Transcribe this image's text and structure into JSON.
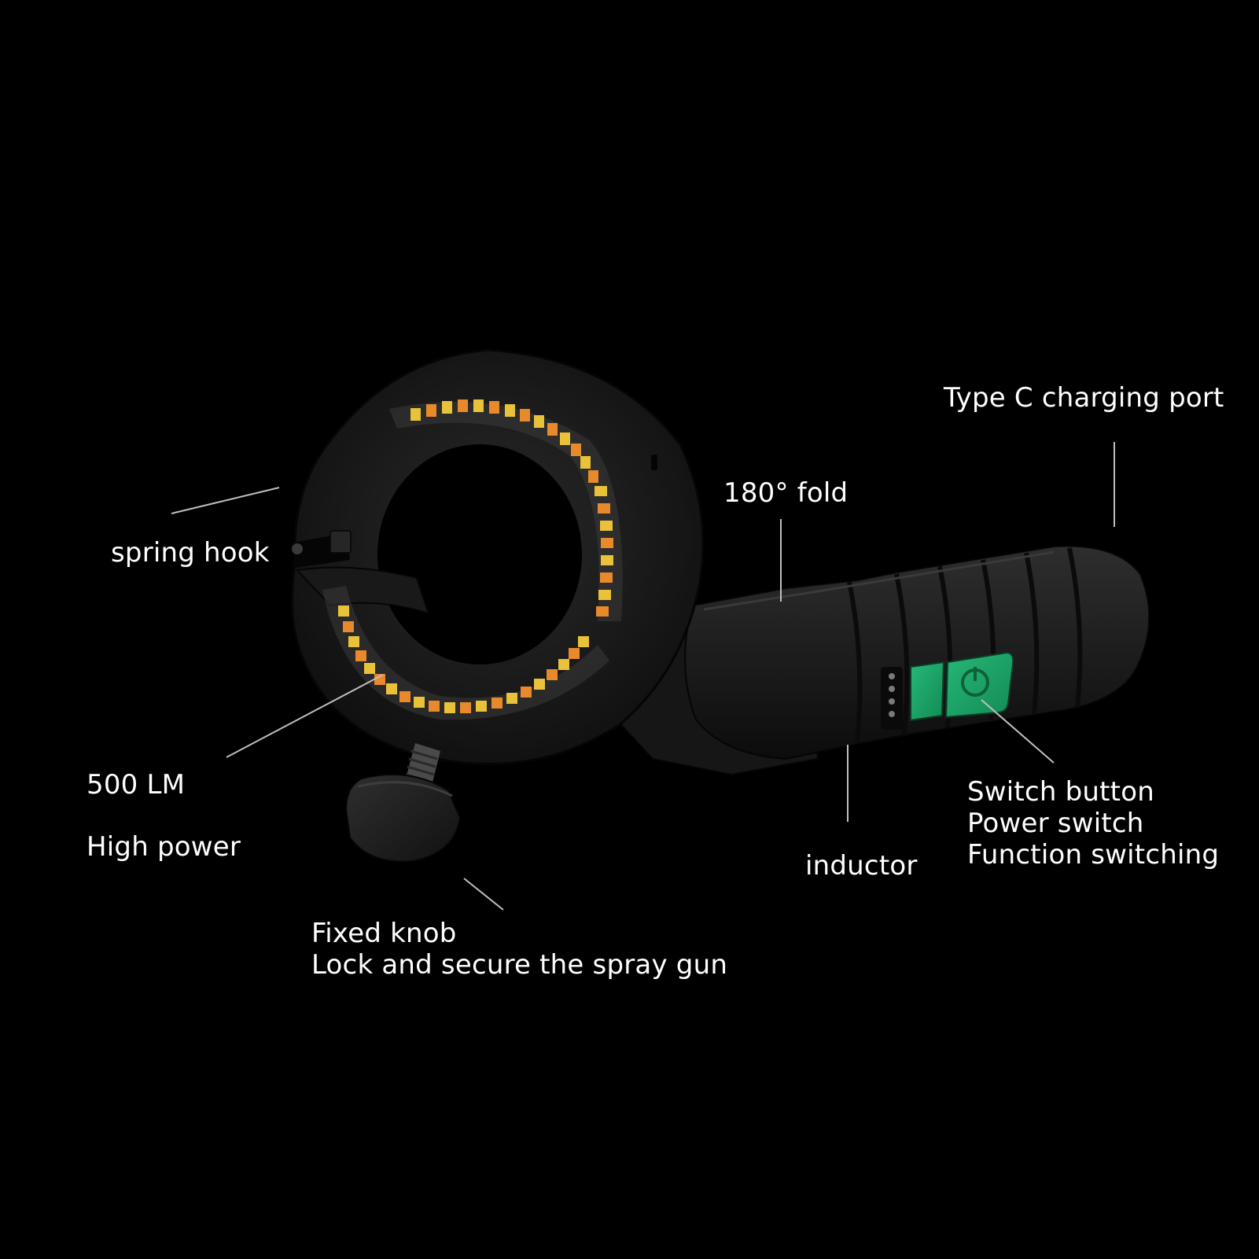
{
  "callouts": {
    "spring_hook": "spring hook",
    "lumens": "500 LM",
    "high_power": "High power",
    "fixed_knob": {
      "line1": "Fixed knob",
      "line2": "Lock and secure the spray gun"
    },
    "fold": "180° fold",
    "type_c": "Type C charging port",
    "inductor": "inductor",
    "switch": {
      "line1": "Switch button",
      "line2": "Power switch",
      "line3": "Function switching"
    }
  },
  "colors": {
    "background": "#000000",
    "text": "#ffffff",
    "leader_line": "#bfbfbf",
    "body": "#1b1b1b",
    "led_yellow": "#e9c23a",
    "led_orange": "#e8892c",
    "button_green": "#1fa66a"
  }
}
